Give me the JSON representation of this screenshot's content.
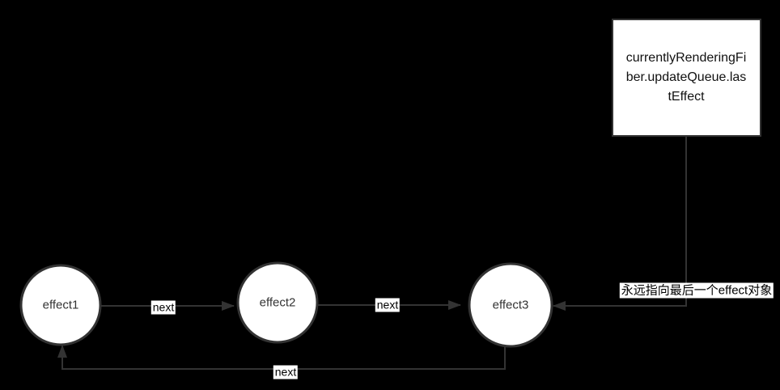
{
  "colors": {
    "bg": "#000000",
    "stroke": "#333333",
    "node-fill": "#ffffff",
    "label-bg": "#ffffff",
    "edge-text": "#000000",
    "node-text": "#333333",
    "box-text": "#111111"
  },
  "diagram": {
    "pointer_box": {
      "label": "currentlyRenderingFiber.updateQueue.lastEffect"
    },
    "nodes": [
      {
        "id": "effect1",
        "label": "effect1"
      },
      {
        "id": "effect2",
        "label": "effect2"
      },
      {
        "id": "effect3",
        "label": "effect3"
      }
    ],
    "edges": [
      {
        "from": "effect1",
        "to": "effect2",
        "label": "next"
      },
      {
        "from": "effect2",
        "to": "effect3",
        "label": "next"
      },
      {
        "from": "effect3",
        "to": "effect1",
        "label": "next"
      },
      {
        "from": "pointer_box",
        "to": "effect3",
        "label": "永远指向最后一个effect对象"
      }
    ]
  }
}
